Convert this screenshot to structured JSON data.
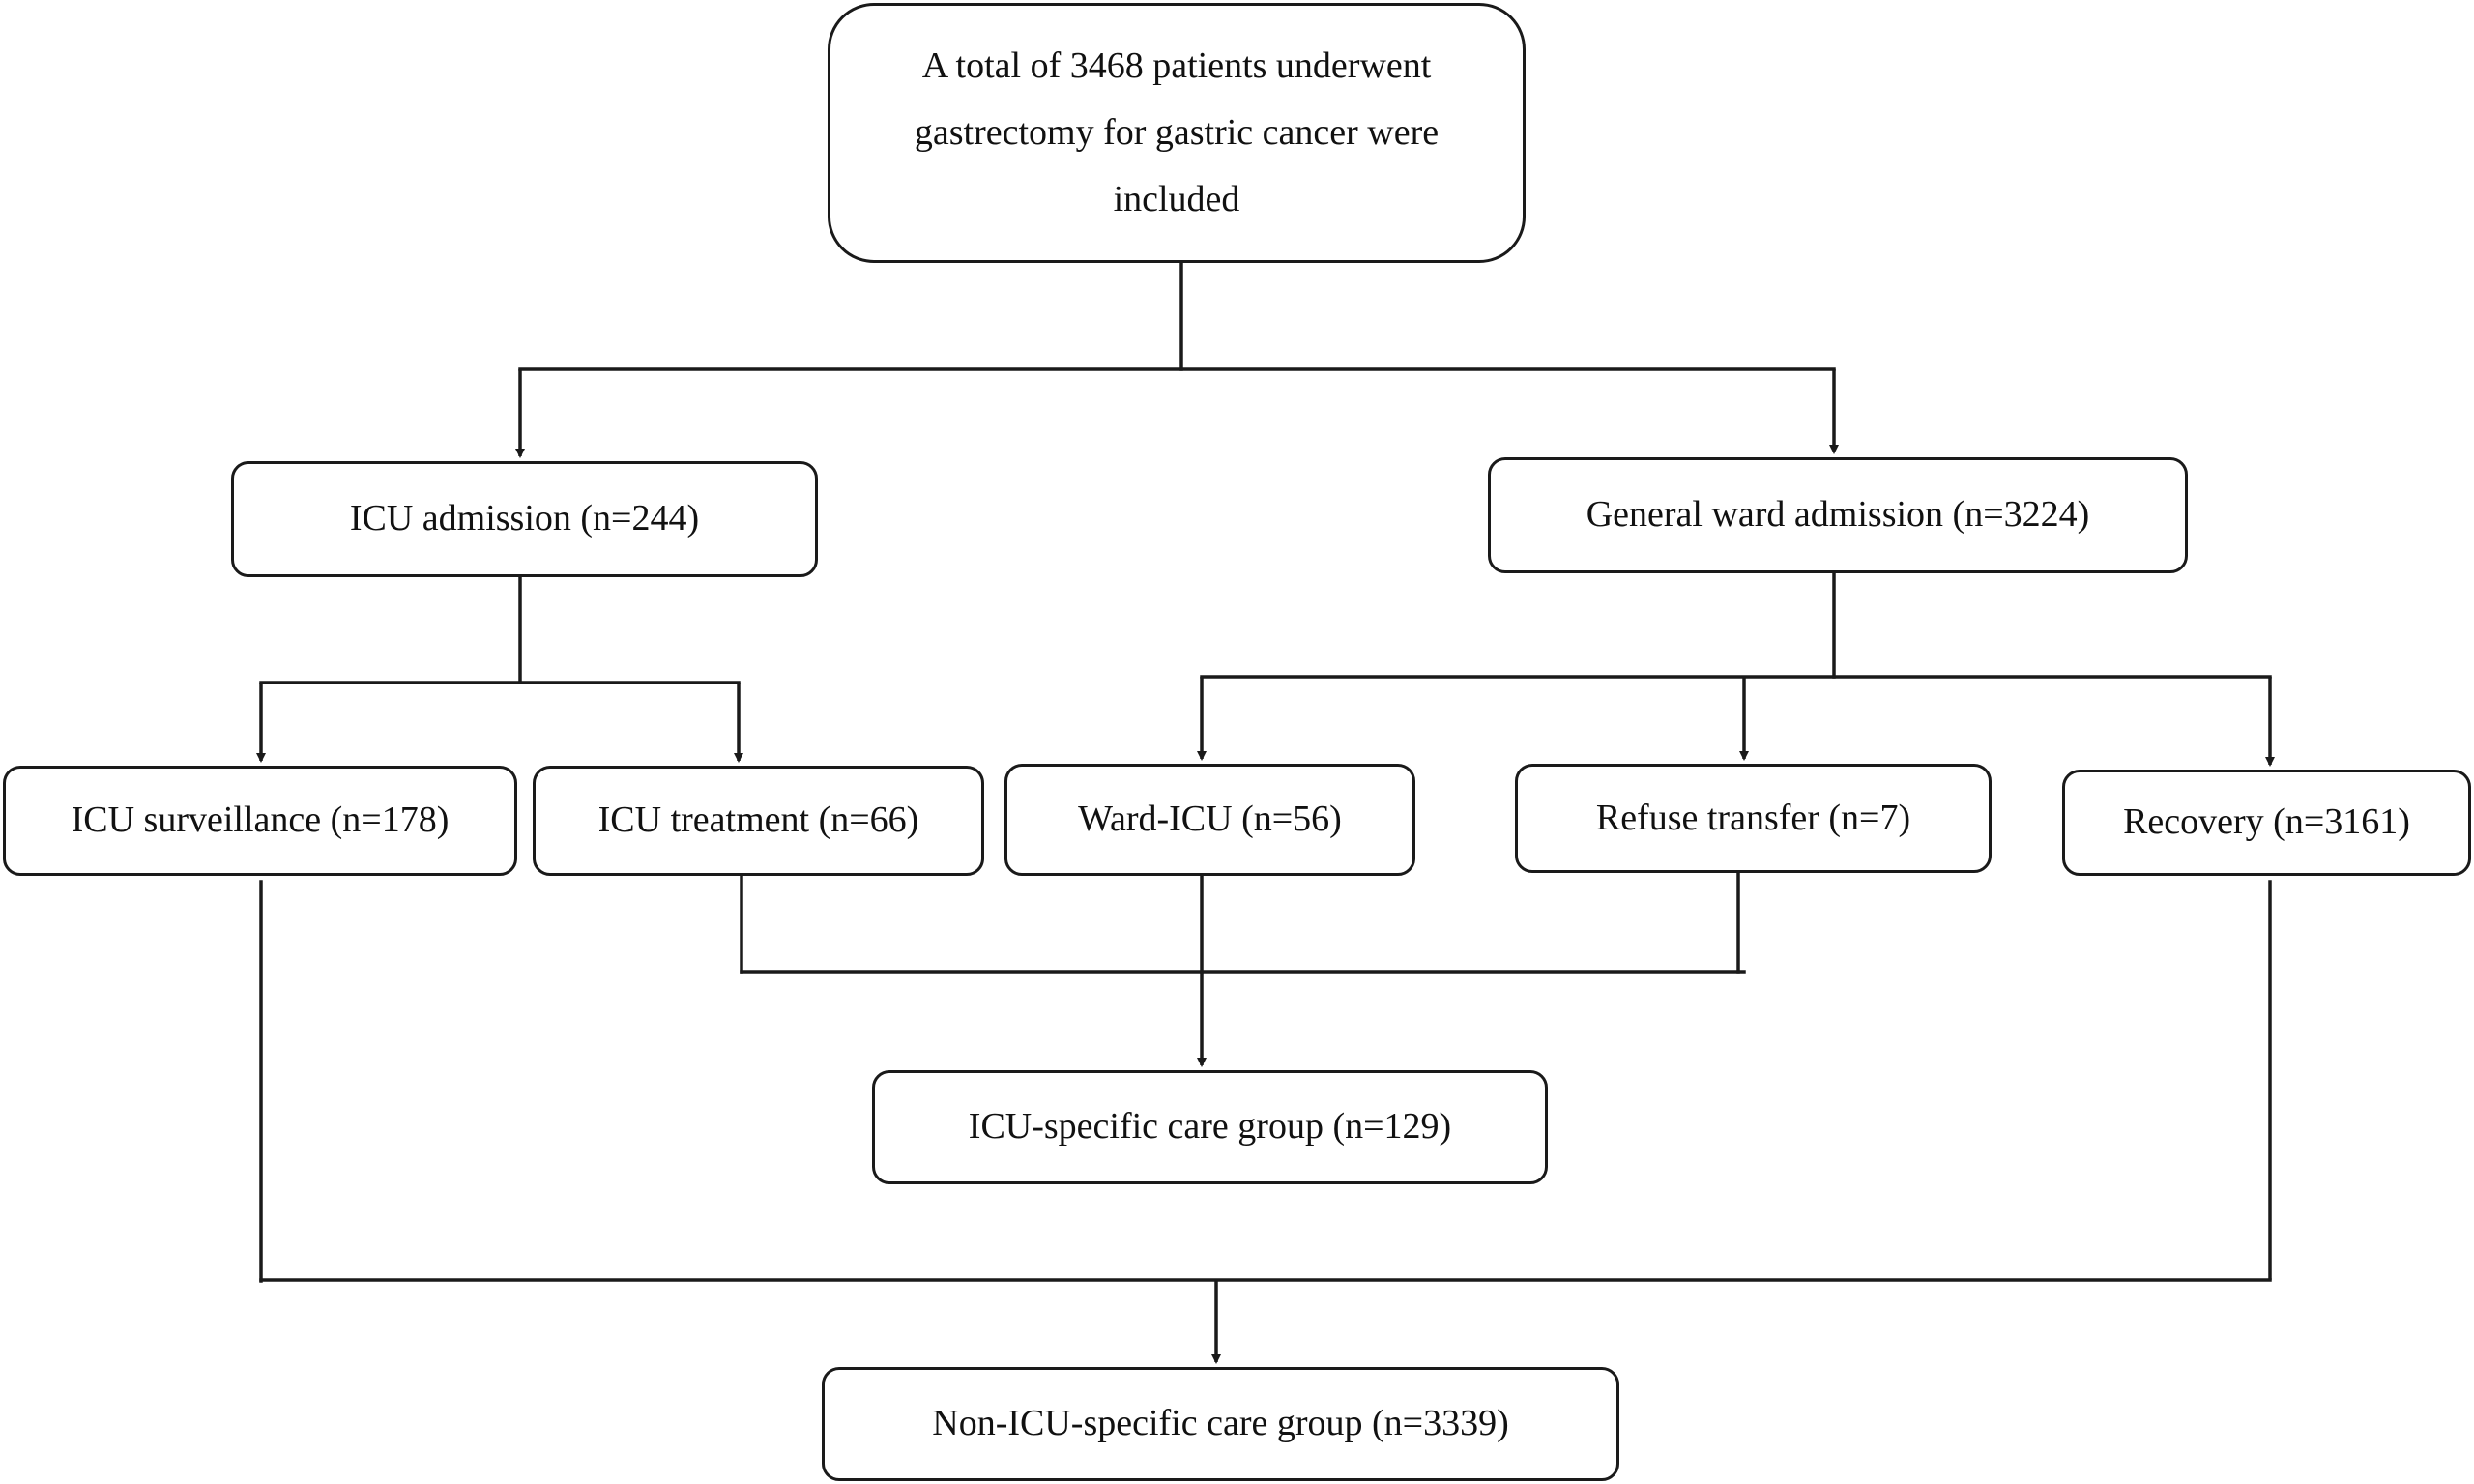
{
  "flowchart": {
    "start": {
      "label": "A total of 3468 patients underwent gastrectomy for gastric cancer were included"
    },
    "icu_admission": {
      "label": "ICU admission (n=244)"
    },
    "ward_admission": {
      "label": "General ward admission (n=3224)"
    },
    "icu_surveillance": {
      "label": "ICU surveillance (n=178)"
    },
    "icu_treatment": {
      "label": "ICU treatment (n=66)"
    },
    "ward_icu": {
      "label": "Ward-ICU (n=56)"
    },
    "refuse_transfer": {
      "label": "Refuse transfer (n=7)"
    },
    "recovery": {
      "label": "Recovery (n=3161)"
    },
    "icu_specific_group": {
      "label": "ICU-specific care group (n=129)"
    },
    "non_icu_specific_group": {
      "label": "Non-ICU-specific care group (n=3339)"
    }
  },
  "colors": {
    "line": "#1a1a1a",
    "box_border": "#1a1a1a",
    "background": "#ffffff",
    "text": "#111111"
  }
}
